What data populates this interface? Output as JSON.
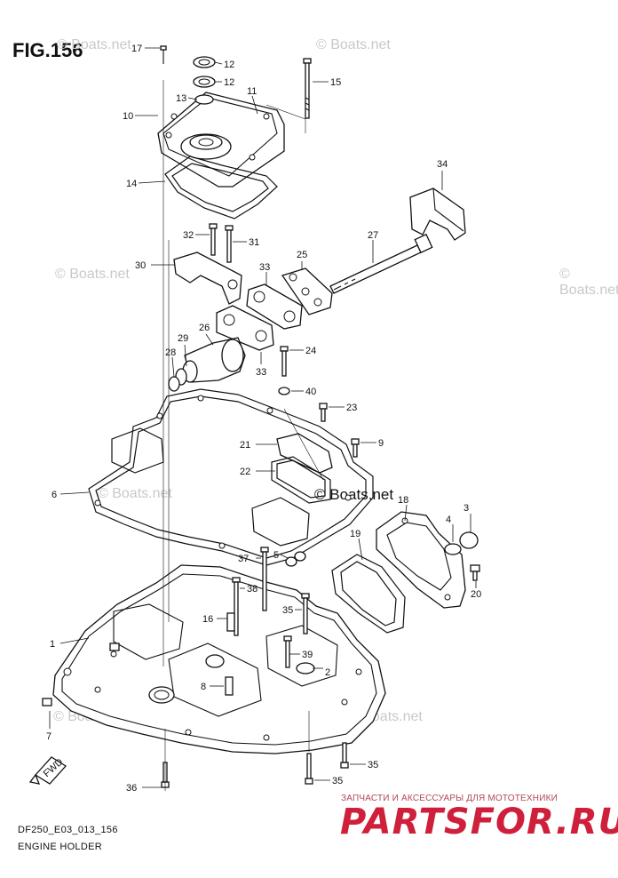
{
  "figure_title": "FIG.156",
  "watermark": "© Boats.net",
  "drawing_code": "DF250_E03_013_156",
  "caption": "ENGINE HOLDER",
  "fwd_label": "FWD",
  "ad": {
    "tagline": "ЗАПЧАСТИ И АКСЕССУАРЫ ДЛЯ МОТОТЕХНИКИ",
    "brand": "PARTSFOR.RU"
  },
  "callouts": [
    "17",
    "12",
    "12",
    "13",
    "11",
    "10",
    "14",
    "15",
    "34",
    "32",
    "31",
    "30",
    "33",
    "25",
    "27",
    "26",
    "29",
    "28",
    "33",
    "24",
    "40",
    "23",
    "21",
    "9",
    "22",
    "6",
    "18",
    "4",
    "3",
    "19",
    "37",
    "5",
    "20",
    "38",
    "16",
    "35",
    "1",
    "39",
    "2",
    "8",
    "7",
    "35",
    "35",
    "36"
  ],
  "colors": {
    "line": "#111111",
    "watermark": "#c9c9c9",
    "brand": "#cf1f3a"
  }
}
